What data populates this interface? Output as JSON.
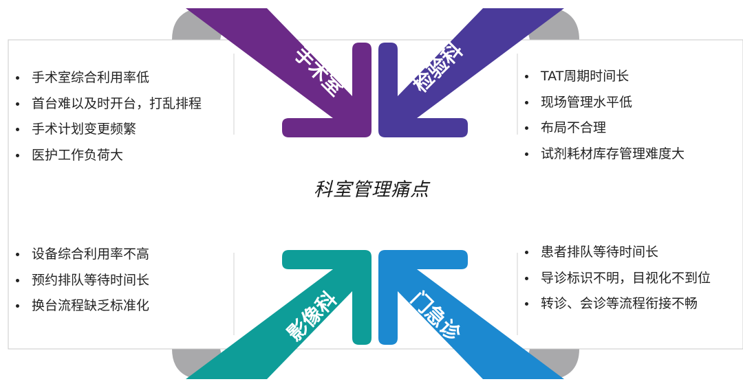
{
  "title": "科室管理痛点",
  "colors": {
    "surgery": "#6b2a87",
    "lab": "#4a3a9a",
    "imaging": "#0e9d98",
    "outpatient": "#1c89d0",
    "fold": "#a9a9ab"
  },
  "departments": [
    {
      "key": "surgery",
      "label": "手术室",
      "issues": [
        "手术室综合利用率低",
        "首台难以及时开台，打乱排程",
        "手术计划变更频繁",
        "医护工作负荷大"
      ]
    },
    {
      "key": "lab",
      "label": "检验科",
      "issues": [
        "TAT周期时间长",
        "现场管理水平低",
        "布局不合理",
        "试剂耗材库存管理难度大"
      ]
    },
    {
      "key": "imaging",
      "label": "影像科",
      "issues": [
        "设备综合利用率不高",
        "预约排队等待时间长",
        "换台流程缺乏标准化"
      ]
    },
    {
      "key": "outpatient",
      "label": "门急诊",
      "issues": [
        "患者排队等待时间长",
        "导诊标识不明，目视化不到位",
        "转诊、会诊等流程衔接不畅"
      ]
    }
  ]
}
